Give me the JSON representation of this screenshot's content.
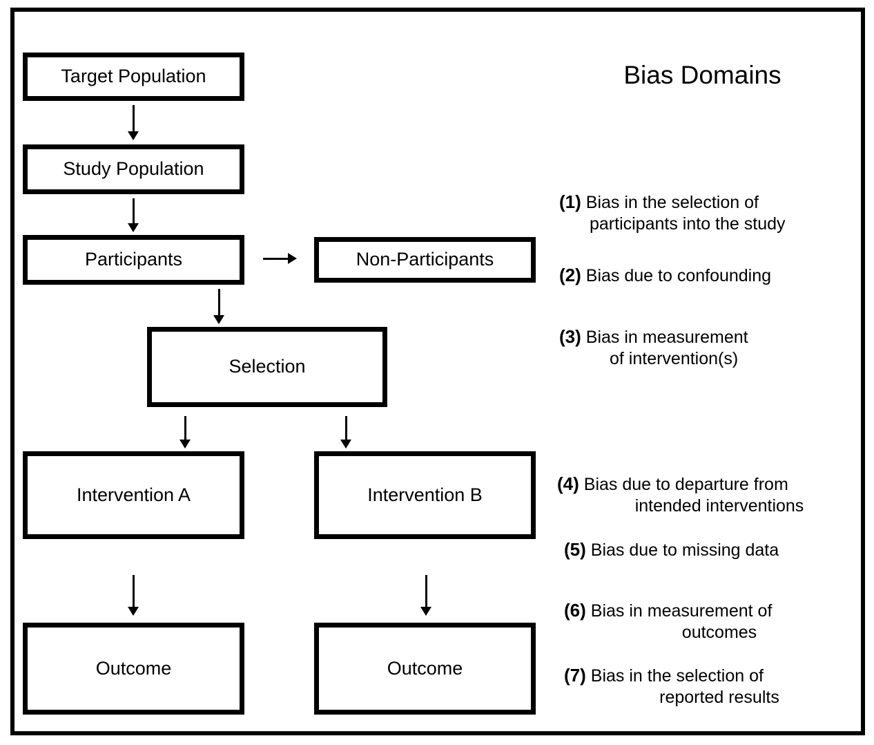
{
  "figure": {
    "nodes": {
      "target_population": "Target Population",
      "study_population": "Study Population",
      "participants": "Participants",
      "non_participants": "Non-Participants",
      "selection": "Selection",
      "intervention_a": "Intervention A",
      "intervention_b": "Intervention B",
      "outcome_a": "Outcome",
      "outcome_b": "Outcome"
    },
    "bias_domains": {
      "title": "Bias Domains",
      "items": [
        {
          "number": "(1)",
          "line1": "Bias in the selection of",
          "line2": "participants into the study"
        },
        {
          "number": "(2)",
          "line1": "Bias due to confounding",
          "line2": ""
        },
        {
          "number": "(3)",
          "line1": "Bias in measurement",
          "line2": "of intervention(s)"
        },
        {
          "number": "(4)",
          "line1": "Bias due to departure from",
          "line2": "intended interventions"
        },
        {
          "number": "(5)",
          "line1": "Bias due to missing data",
          "line2": ""
        },
        {
          "number": "(6)",
          "line1": "Bias in measurement of",
          "line2": "outcomes"
        },
        {
          "number": "(7)",
          "line1": "Bias in the selection of",
          "line2": "reported results"
        }
      ]
    },
    "colors": {
      "stroke": "#000000",
      "background": "#ffffff",
      "text": "#000000"
    }
  }
}
